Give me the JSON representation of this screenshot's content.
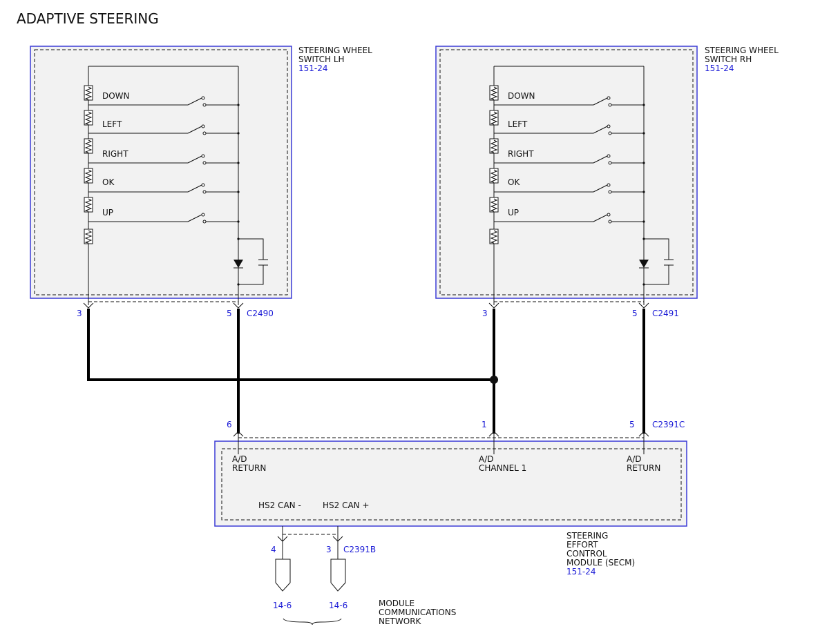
{
  "title": "ADAPTIVE STEERING",
  "lh_switch": {
    "name_line1": "STEERING WHEEL",
    "name_line2": "SWITCH LH",
    "ref": "151-24",
    "buttons": [
      "DOWN",
      "LEFT",
      "RIGHT",
      "OK",
      "UP"
    ],
    "pin_left": "3",
    "pin_right": "5",
    "connector": "C2490"
  },
  "rh_switch": {
    "name_line1": "STEERING WHEEL",
    "name_line2": "SWITCH RH",
    "ref": "151-24",
    "buttons": [
      "DOWN",
      "LEFT",
      "RIGHT",
      "OK",
      "UP"
    ],
    "pin_left": "3",
    "pin_right": "5",
    "connector": "C2491"
  },
  "secm": {
    "pins": [
      "6",
      "1",
      "5"
    ],
    "connector": "C2391C",
    "labels": [
      {
        "line1": "A/D",
        "line2": "RETURN"
      },
      {
        "line1": "A/D",
        "line2": "CHANNEL 1"
      },
      {
        "line1": "A/D",
        "line2": "RETURN"
      }
    ],
    "can_minus": "HS2 CAN -",
    "can_plus": "HS2 CAN +",
    "name_lines": [
      "STEERING",
      "EFFORT",
      "CONTROL",
      "MODULE (SECM)"
    ],
    "ref": "151-24"
  },
  "can": {
    "pin_minus": "4",
    "pin_plus": "3",
    "connector": "C2391B",
    "ref_minus": "14-6",
    "ref_plus": "14-6",
    "network_lines": [
      "MODULE",
      "COMMUNICATIONS",
      "NETWORK"
    ]
  }
}
